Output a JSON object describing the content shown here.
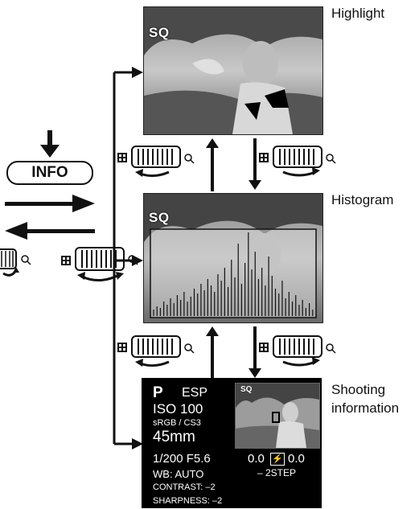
{
  "labels": {
    "highlight": "Highlight",
    "histogram": "Histogram",
    "shooting_line1": "Shooting",
    "shooting_line2": "information"
  },
  "info_button": {
    "label": "INFO"
  },
  "screens": {
    "highlight_badge": "SQ",
    "histogram_badge": "SQ",
    "thumbnail_badge": "SQ"
  },
  "shooting_info": {
    "mode": "P",
    "metering": "ESP",
    "iso": "ISO  100",
    "color_space": "sRGB / CS3",
    "focal_length": "45mm",
    "shutter_aperture": "1/200  F5.6",
    "exposure": "0.0",
    "flash_icon_label": "⚡",
    "flash_comp": "0.0",
    "step": "– 2STEP",
    "wb": "WB:  AUTO",
    "contrast": "CONTRAST: –2",
    "sharpness": "SHARPNESS: –2"
  },
  "icons": [
    "down-arrow-icon",
    "right-arrow-icon",
    "left-arrow-icon",
    "dial-icon",
    "magnify-icon",
    "grid-icon"
  ]
}
